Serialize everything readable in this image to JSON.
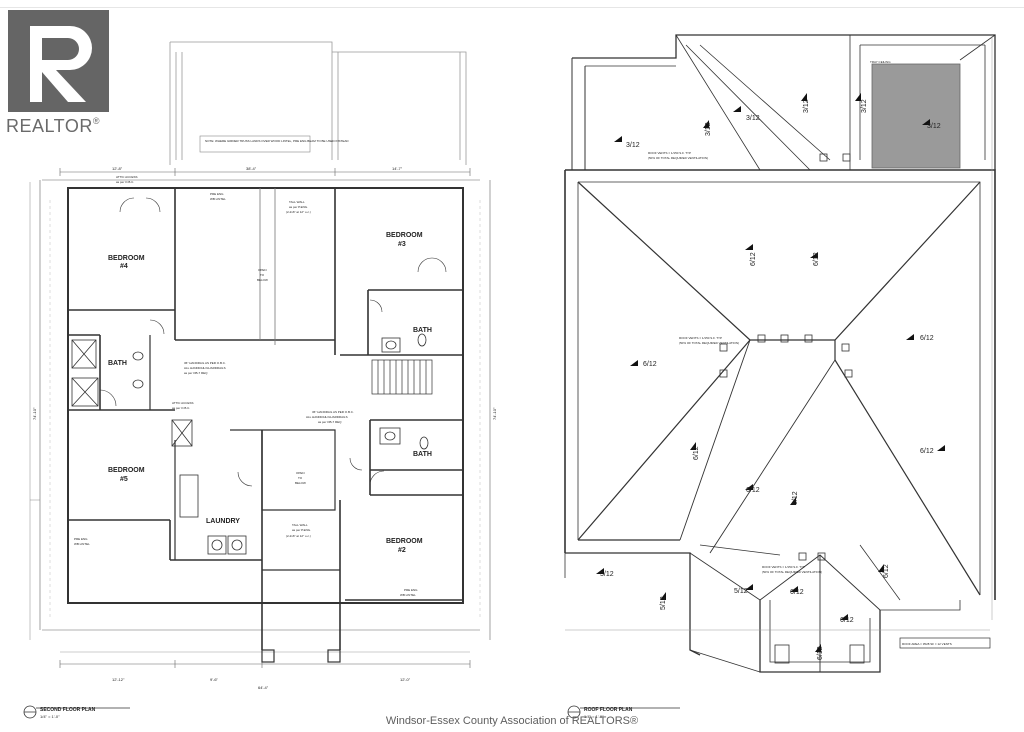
{
  "logo": {
    "brand": "REALTOR",
    "mark": "®",
    "icon": "realtor-r-logo-icon"
  },
  "footer": {
    "text": "Windsor-Essex County Association of REALTORS®"
  },
  "second_floor": {
    "title": "SECOND FLOOR PLAN",
    "scale": "1/4\" = 1'-0\"",
    "note": "NOTE: WHERE GIRDER TRUSS LANDS OVER WOOD LINTEL, PRE ENG BEAM TO BE USED INSTEAD",
    "rooms": {
      "bedroom4": "BEDROOM",
      "bedroom4_num": "#4",
      "bedroom3": "BEDROOM",
      "bedroom3_num": "#3",
      "bedroom5": "BEDROOM",
      "bedroom5_num": "#5",
      "bedroom2": "BEDROOM",
      "bedroom2_num": "#2",
      "bath1": "BATH",
      "bath2": "BATH",
      "bath3": "BATH",
      "laundry": "LAUNDRY"
    },
    "labels": {
      "attic_access_1": "ATTIC ACCESS",
      "attic_access_1b": "as per O.B.C.",
      "attic_access_2": "ATTIC ACCESS",
      "attic_access_2b": "as per O.B.C.",
      "pre_eng_1": "PRE ENG",
      "pre_eng_1b": "WB LINTEL",
      "tall_wall_1": "TALL WALL",
      "tall_wall_1b": "as per P.ENG.",
      "tall_wall_1c": "(2-2x6\" at 12\" o.c.)",
      "tall_wall_2": "TALL WALL",
      "tall_wall_2b": "as per P.ENG.",
      "tall_wall_2c": "(2-2x6\" at 12\" o.c.)",
      "open_to_below_1": "OPEN",
      "open_to_below_1b": "TO",
      "open_to_below_1c": "BELOW",
      "open_to_below_2": "OPEN",
      "open_to_below_2b": "TO",
      "open_to_below_2c": "BELOW",
      "handrail_1": "36\" HANDRAIL AS PER O.B.C.",
      "handrail_1b": "ALL HANDRAIL/GUARDRAILS",
      "handrail_1c": "as per OB-7 REQ",
      "handrail_2": "36\" HANDRAIL AS PER O.B.C.",
      "handrail_2b": "ALL HANDRAIL/GUARDRAILS",
      "handrail_2c": "as per OB-7 REQ",
      "pre_eng_2": "PRE ENG",
      "pre_eng_2b": "WB LINTEL",
      "pre_eng_3": "PRE ENG",
      "pre_eng_3b": "WB LINTEL",
      "dim_top_1": "12'-8\"",
      "dim_top_2": "38'-4\"",
      "dim_top_3": "14'-7\"",
      "dim_bottom_1": "12'-12\"",
      "dim_bottom_2": "9'-6\"",
      "dim_bottom_3": "64'-4\"",
      "dim_bottom_4": "12'-0\"",
      "dim_left": "74'-10\"",
      "dim_right": "74'-10\""
    }
  },
  "roof": {
    "title": "ROOF FLOOR PLAN",
    "scale": "1/4\" = 1'-0\"",
    "tray_ceiling": "TRAY CEILING",
    "vents_1": "ROOF VENTS = 1/150 S.F. TYP",
    "vents_1b": "(50% OF TOTAL REQUIRED VENTILATION)",
    "vents_2": "ROOF VENTS = 1/150 S.F. TYP",
    "vents_2b": "(50% OF TOTAL REQUIRED VENTILATION)",
    "vents_3": "ROOF VENTS = 1/150 S.F. TYP",
    "vents_3b": "(50% OF TOTAL REQUIRED VENTILATION)",
    "area": "ROOF AREA = 3528 SF = 12 VENTS",
    "pitch_3_12": "3/12",
    "pitch_6_12": "6/12",
    "pitch_5_12": "5/12"
  }
}
